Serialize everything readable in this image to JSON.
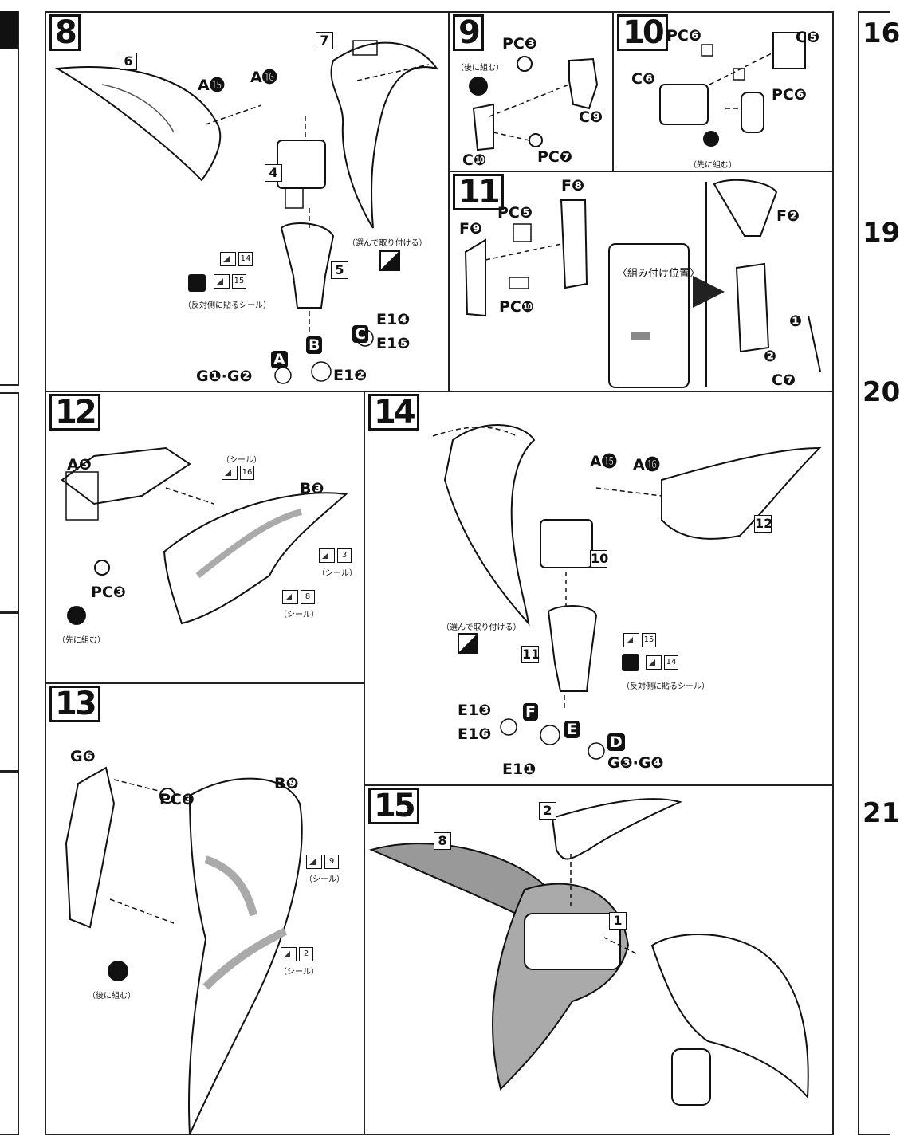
{
  "steps": {
    "s8": {
      "number": "8",
      "labels": {
        "a15": "A⓯",
        "a16": "A⓰",
        "e14": "E1❹",
        "e15": "E1❺",
        "g12": "G❶·G❷",
        "e12": "E1❷",
        "A": "A",
        "B": "B",
        "C": "C"
      },
      "boxes": {
        "b6": "6",
        "b7": "7",
        "b4": "4",
        "b5": "5"
      },
      "stickers": {
        "s14": "14",
        "s15": "15"
      },
      "notes": {
        "select": "（選んで取り付ける）",
        "opposite": "（反対側に貼るシール）"
      }
    },
    "s9": {
      "number": "9",
      "labels": {
        "pcc": "PC❸",
        "c9": "C❾",
        "c10": "C❿",
        "pcg": "PC❼"
      },
      "notes": {
        "later": "（後に組む）"
      }
    },
    "s10": {
      "number": "10",
      "labels": {
        "pcf1": "PC❻",
        "c5": "C❺",
        "c6": "C❻",
        "pcf2": "PC❻"
      },
      "notes": {
        "first": "（先に組む）"
      }
    },
    "s11": {
      "number": "11",
      "labels": {
        "f8": "F❽",
        "pce": "PC❺",
        "f9": "F❾",
        "pcj": "PC❿",
        "f2": "F❷",
        "c7": "C❼",
        "n1": "❶",
        "n2": "❷"
      },
      "notes": {
        "position": "〈組み付け位置〉"
      }
    },
    "s12": {
      "number": "12",
      "labels": {
        "a5": "A❺",
        "b3": "B❸",
        "pcc": "PC❸"
      },
      "stickers": {
        "s16": "16",
        "s3": "3",
        "s8": "8"
      },
      "notes": {
        "seal1": "（シール）",
        "seal2": "（シール）",
        "seal3": "（シール）",
        "first": "（先に組む）"
      }
    },
    "s13": {
      "number": "13",
      "labels": {
        "g6": "G❻",
        "pcc": "PC❸",
        "b9": "B❾"
      },
      "stickers": {
        "s9": "9",
        "s2": "2"
      },
      "notes": {
        "seal1": "（シール）",
        "seal2": "（シール）",
        "later": "（後に組む）"
      }
    },
    "s14": {
      "number": "14",
      "labels": {
        "a15": "A⓯",
        "a16": "A⓰",
        "e13": "E1❸",
        "e16": "E1❻",
        "e11": "E1❶",
        "g34": "G❸·G❹",
        "F": "F",
        "E": "E",
        "D": "D"
      },
      "boxes": {
        "b12": "12",
        "b10": "10",
        "b11": "11"
      },
      "stickers": {
        "s15": "15",
        "s14": "14"
      },
      "notes": {
        "select": "（選んで取り付ける）",
        "opposite": "（反対側に貼るシール）"
      }
    },
    "s15": {
      "number": "15",
      "boxes": {
        "b8": "8",
        "b2": "2",
        "b1": "1"
      }
    }
  },
  "edge": {
    "left_num": "",
    "right_nums": [
      "16",
      "19",
      "20",
      "21"
    ]
  }
}
